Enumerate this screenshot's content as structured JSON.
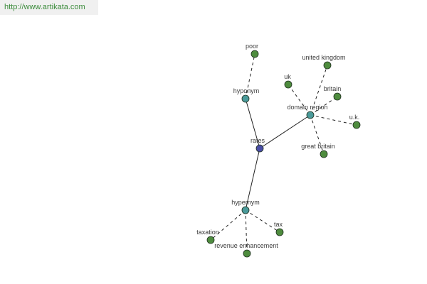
{
  "source": {
    "url_text": "http://www.artikata.com"
  },
  "colors": {
    "center_node": "#4a4ea6",
    "relation_node": "#4a9a9a",
    "word_node": "#4e8c3e",
    "edge": "#222222",
    "link_text": "#3c8c3c"
  },
  "graph": {
    "center": {
      "id": "rates",
      "label": "rates"
    },
    "relations": [
      {
        "id": "hyponym",
        "label": "hyponym"
      },
      {
        "id": "domain-region",
        "label": "domain region"
      },
      {
        "id": "hypernym",
        "label": "hypernym"
      }
    ],
    "words": [
      {
        "id": "poor",
        "label": "poor",
        "relation": "hyponym"
      },
      {
        "id": "united-kingdom",
        "label": "united kingdom",
        "relation": "domain-region"
      },
      {
        "id": "uk",
        "label": "uk",
        "relation": "domain-region"
      },
      {
        "id": "britain",
        "label": "britain",
        "relation": "domain-region"
      },
      {
        "id": "u-k",
        "label": "u.k.",
        "relation": "domain-region"
      },
      {
        "id": "great-britain",
        "label": "great britain",
        "relation": "domain-region"
      },
      {
        "id": "taxation",
        "label": "taxation",
        "relation": "hypernym"
      },
      {
        "id": "tax",
        "label": "tax",
        "relation": "hypernym"
      },
      {
        "id": "revenue-enhancement",
        "label": "revenue enhancement",
        "relation": "hypernym"
      }
    ]
  }
}
